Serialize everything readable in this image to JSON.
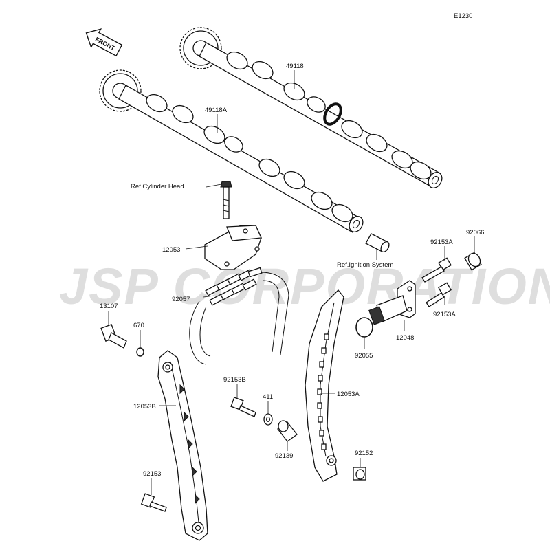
{
  "diagram_code": "E1230",
  "front_label": "FRONT",
  "watermark": "JSP CORPORATION",
  "parts": [
    {
      "id": "camshaft-exhaust",
      "label": "49118"
    },
    {
      "id": "camshaft-intake",
      "label": "49118A"
    },
    {
      "id": "ref-cylinder-head",
      "label": "Ref.Cylinder Head"
    },
    {
      "id": "chain-guide-upper",
      "label": "12053"
    },
    {
      "id": "ref-ignition-system",
      "label": "Ref.Ignition System"
    },
    {
      "id": "bolt-tensioner-upper",
      "label": "92153A"
    },
    {
      "id": "tensioner-cap-bolt",
      "label": "92066"
    },
    {
      "id": "cam-chain",
      "label": "92057"
    },
    {
      "id": "bolt-tensioner-lower",
      "label": "92153A"
    },
    {
      "id": "chain-tensioner",
      "label": "12048"
    },
    {
      "id": "pivot-bolt",
      "label": "13107"
    },
    {
      "id": "o-ring-small",
      "label": "670"
    },
    {
      "id": "o-ring-tensioner",
      "label": "92055"
    },
    {
      "id": "bolt-guide",
      "label": "92153B"
    },
    {
      "id": "washer",
      "label": "411"
    },
    {
      "id": "guide-front",
      "label": "12053A"
    },
    {
      "id": "tensioner-guide",
      "label": "12053B"
    },
    {
      "id": "collar",
      "label": "92139"
    },
    {
      "id": "guide-bolt",
      "label": "92152"
    },
    {
      "id": "bolt-lower",
      "label": "92153"
    }
  ]
}
